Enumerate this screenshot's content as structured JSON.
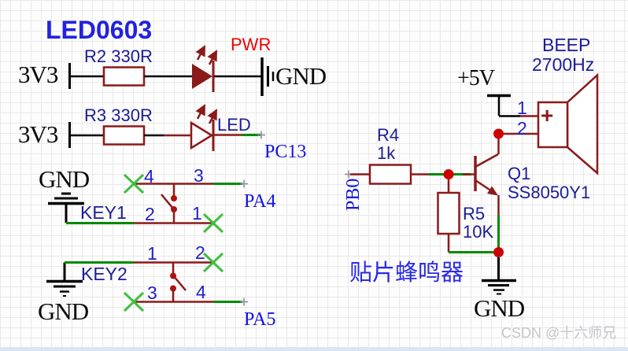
{
  "title": "LED0603",
  "watermark": "CSDN @十六师兄",
  "colors": {
    "component_outline": "#8b1a1a",
    "wire_green": "#008a00",
    "junction_dot": "#cc0000",
    "no_connect_cross": "#3fbf3f",
    "designator_text": "#1c1c96",
    "pin_number_text": "#2222c8",
    "net_label_text": "#1212e6",
    "title_text": "#2222e0",
    "pwr_net_text": "#ef0000",
    "cjk_text": "#2a2ae8"
  },
  "led": {
    "rows": [
      {
        "power": "3V3",
        "resistor": "R2 330R",
        "net": "PWR",
        "terminal": "GND"
      },
      {
        "power": "3V3",
        "resistor": "R3 330R",
        "diode_label": "LED",
        "net": "PC13"
      }
    ]
  },
  "keys": [
    {
      "ref": "KEY1",
      "ground": "GND",
      "pins": [
        "4",
        "3",
        "2",
        "1"
      ],
      "net": "PA4"
    },
    {
      "ref": "KEY2",
      "ground": "GND",
      "pins": [
        "1",
        "2",
        "3",
        "4"
      ],
      "net": "PA5"
    }
  ],
  "buzzer": {
    "power": "+5V",
    "designator": "BEEP",
    "frequency": "2700Hz",
    "pin1": "1",
    "pin2": "2",
    "polarity": "+",
    "r4_ref": "R4",
    "r4_value": "1k",
    "input_net": "PB0",
    "q_ref": "Q1",
    "q_model": "SS8050Y1",
    "r5_ref": "R5",
    "r5_value": "10K",
    "caption": "贴片蜂鸣器",
    "ground": "GND"
  }
}
